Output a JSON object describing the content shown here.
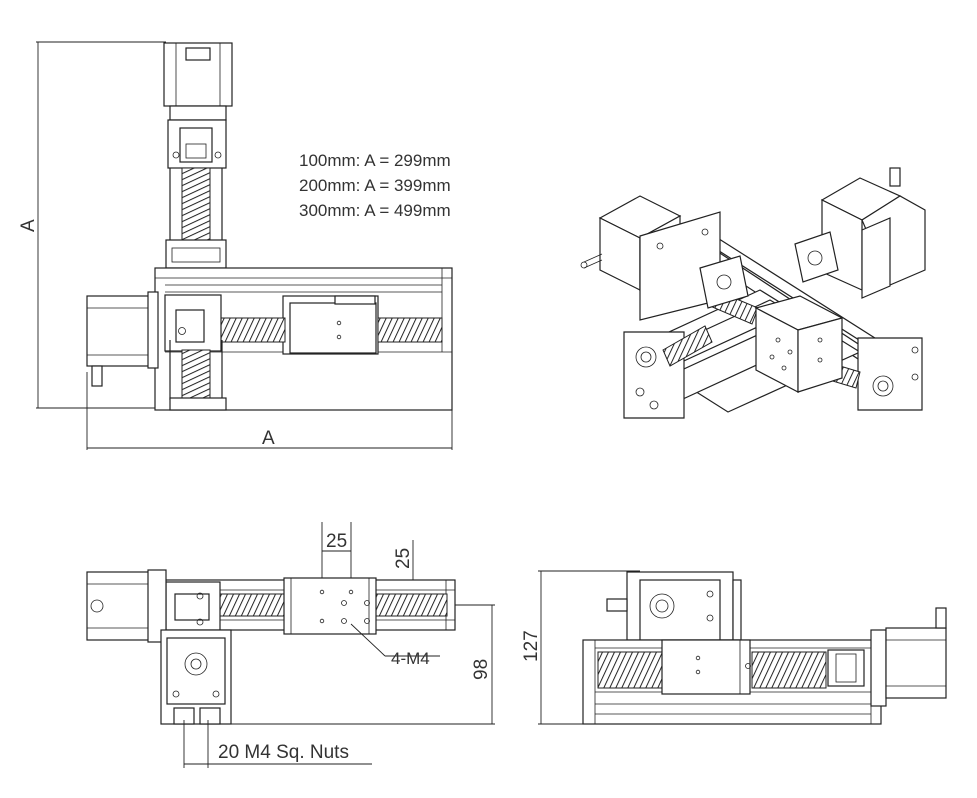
{
  "drawing": {
    "title_block": {
      "line1": "100mm:  A  =  299mm",
      "line2": "200mm:  A  =  399mm",
      "line3": "300mm:  A  =  499mm"
    },
    "top_view": {
      "dim_vertical": "A",
      "dim_horizontal": "A"
    },
    "front_view": {
      "dim_25_horizontal": "25",
      "dim_25_vertical": "25",
      "hole_callout": "4-M4",
      "dim_98": "98",
      "nuts_callout": "20 M4 Sq. Nuts"
    },
    "side_view": {
      "dim_127": "127"
    }
  }
}
